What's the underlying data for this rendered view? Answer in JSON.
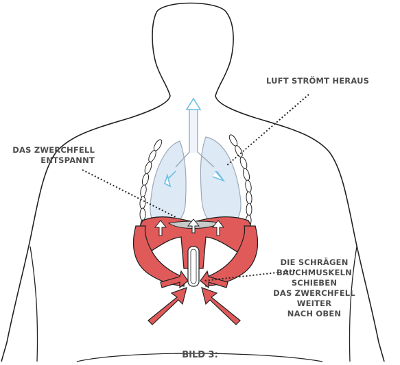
{
  "labels": {
    "air_out": "LUFT STRÖMT HERAUS",
    "diaphragm_line1": "DAS ZWERCHFELL",
    "diaphragm_line2": "ENTSPANNT",
    "oblique_line1": "DIE SCHRÄGEN",
    "oblique_line2": "BAUCHMUSKELN SCHIEBEN",
    "oblique_line3": "DAS ZWERCHFELL WEITER",
    "oblique_line4": "NACH OBEN"
  },
  "caption": "BILD 3:",
  "colors": {
    "outline": "#222222",
    "lungs": "#dde9f4",
    "lung_outline": "#9aa9b8",
    "muscle": "#e05a5a",
    "airflow_arrow": "#6bbfe6",
    "text": "#4d4d4d"
  }
}
